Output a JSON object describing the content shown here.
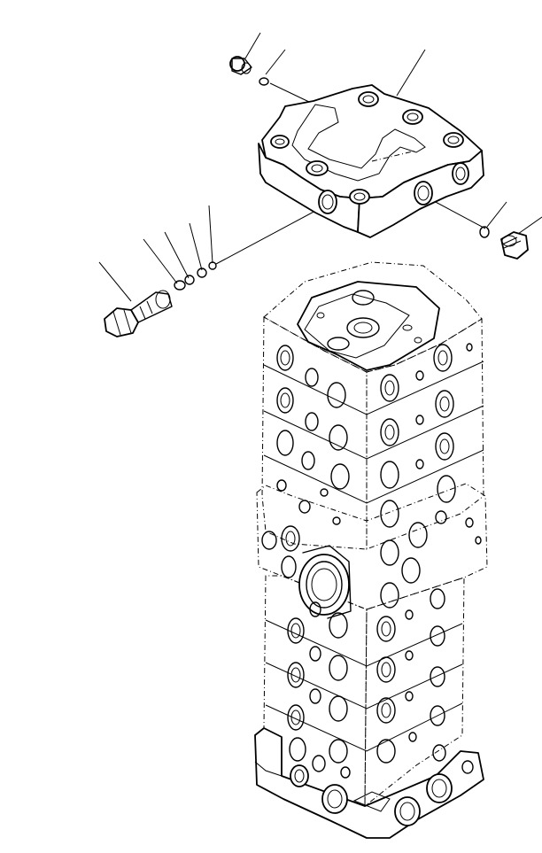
{
  "drawing": {
    "view": "exploded-parts-view",
    "background": "#ffffff",
    "line_color": "#000000",
    "parts": [
      {
        "id": "plug-top-left"
      },
      {
        "id": "o-ring-top-left"
      },
      {
        "id": "end-cover"
      },
      {
        "id": "o-ring-right"
      },
      {
        "id": "plug-right"
      },
      {
        "id": "relief-valve-plug"
      },
      {
        "id": "backup-ring"
      },
      {
        "id": "o-ring-small-1"
      },
      {
        "id": "o-ring-small-2"
      },
      {
        "id": "control-valve-stack"
      }
    ],
    "callout_count": 9
  }
}
